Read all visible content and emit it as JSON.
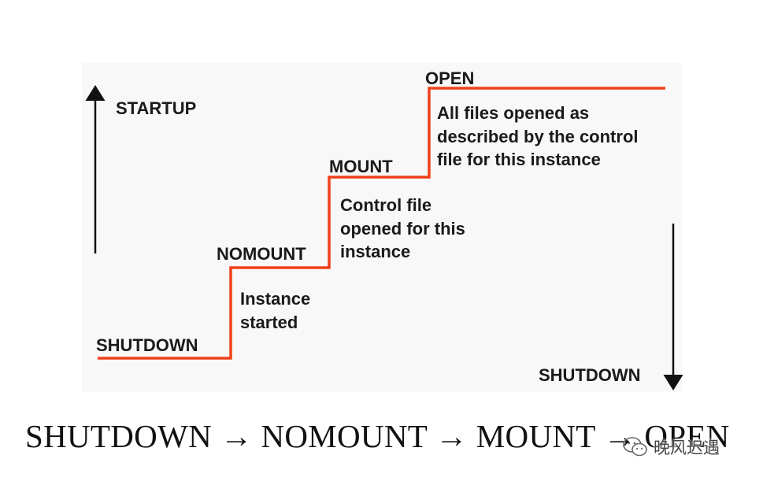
{
  "diagram": {
    "colors": {
      "stair_line": "#f04018",
      "text": "#1a1a1a",
      "arrow": "#111111"
    },
    "arrows": {
      "startup_label": "STARTUP",
      "shutdown_label": "SHUTDOWN"
    },
    "states": [
      {
        "label": "SHUTDOWN",
        "description": ""
      },
      {
        "label": "NOMOUNT",
        "description": "Instance\nstarted"
      },
      {
        "label": "MOUNT",
        "description": "Control file\nopened for this\ninstance"
      },
      {
        "label": "OPEN",
        "description": "All files opened as\ndescribed by the control\nfile for this instance"
      }
    ]
  },
  "caption": {
    "sequence": [
      "SHUTDOWN",
      "NOMOUNT",
      "MOUNT",
      "OPEN"
    ],
    "separator": "→"
  },
  "watermark": {
    "text": "晚风迟遇",
    "icon": "wechat-icon"
  }
}
